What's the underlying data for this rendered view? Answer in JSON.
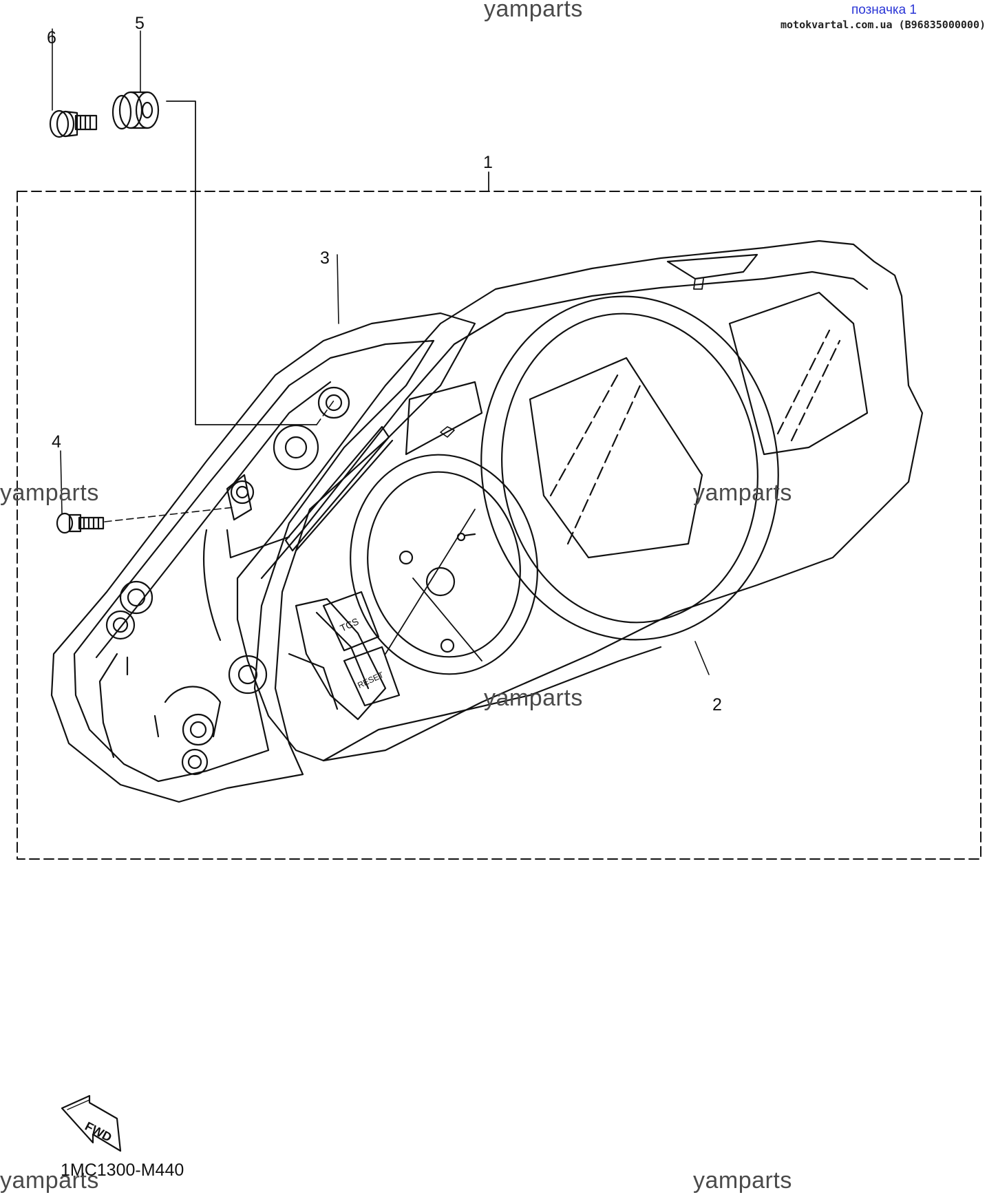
{
  "watermarks": {
    "top": "yamparts",
    "left": "yamparts",
    "right": "yamparts",
    "center": "yamparts",
    "bottom_left": "yamparts",
    "bottom_right": "yamparts"
  },
  "header": {
    "mark": "позначка 1",
    "site": "motokvartal.com.ua (B96835000000)"
  },
  "callouts": {
    "p1": "1",
    "p2": "2",
    "p3": "3",
    "p4": "4",
    "p5": "5",
    "p6": "6"
  },
  "panel_labels": {
    "tcs": "TCS",
    "reset": "RESET"
  },
  "fwd_label": "FWD",
  "drawing_code": "1MC1300-M440",
  "colors": {
    "line": "#111111",
    "watermark": "#4a4a4a",
    "mark": "#2a35d6"
  }
}
